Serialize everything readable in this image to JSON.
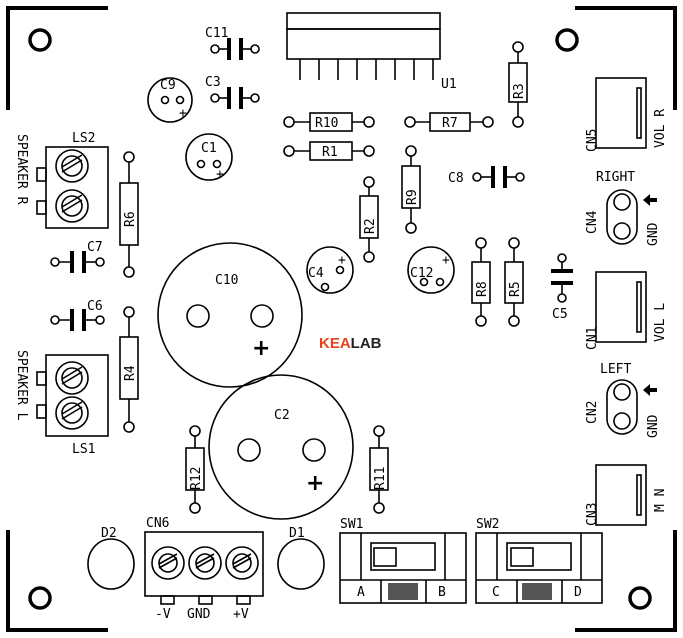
{
  "brand": {
    "kea": "KEA",
    "lab": "LAB",
    "kea_color": "#e8431b",
    "lab_color": "#222222"
  },
  "labels": {
    "U1": "U1",
    "C11": "C11",
    "C3": "C3",
    "C9": "C9",
    "C1": "C1",
    "R10": "R10",
    "R1": "R1",
    "R7": "R7",
    "R3": "R3",
    "C8": "C8",
    "R9": "R9",
    "R2": "R2",
    "LS2": "LS2",
    "R6": "R6",
    "C7": "C7",
    "C6": "C6",
    "R4": "R4",
    "LS1": "LS1",
    "C10": "C10",
    "C4": "C4",
    "C12": "C12",
    "R8": "R8",
    "R5": "R5",
    "C5": "C5",
    "C2": "C2",
    "R12": "R12",
    "R11": "R11",
    "D1": "D1",
    "D2": "D2",
    "CN6": "CN6",
    "SW1": "SW1",
    "SW2": "SW2",
    "CN1": "CN1",
    "CN2": "CN2",
    "CN3": "CN3",
    "CN4": "CN4",
    "CN5": "CN5"
  },
  "text": {
    "speaker_r": "SPEAKER R",
    "speaker_l": "SPEAKER L",
    "right": "RIGHT",
    "left": "LEFT",
    "gnd": "GND",
    "vol_r": "VOL R",
    "vol_l": "VOL L",
    "mn": "M N",
    "minus_v": "-V",
    "plus_v": "+V",
    "plus": "+",
    "sw_a": "A",
    "sw_b": "B",
    "sw_c": "C",
    "sw_d": "D"
  }
}
